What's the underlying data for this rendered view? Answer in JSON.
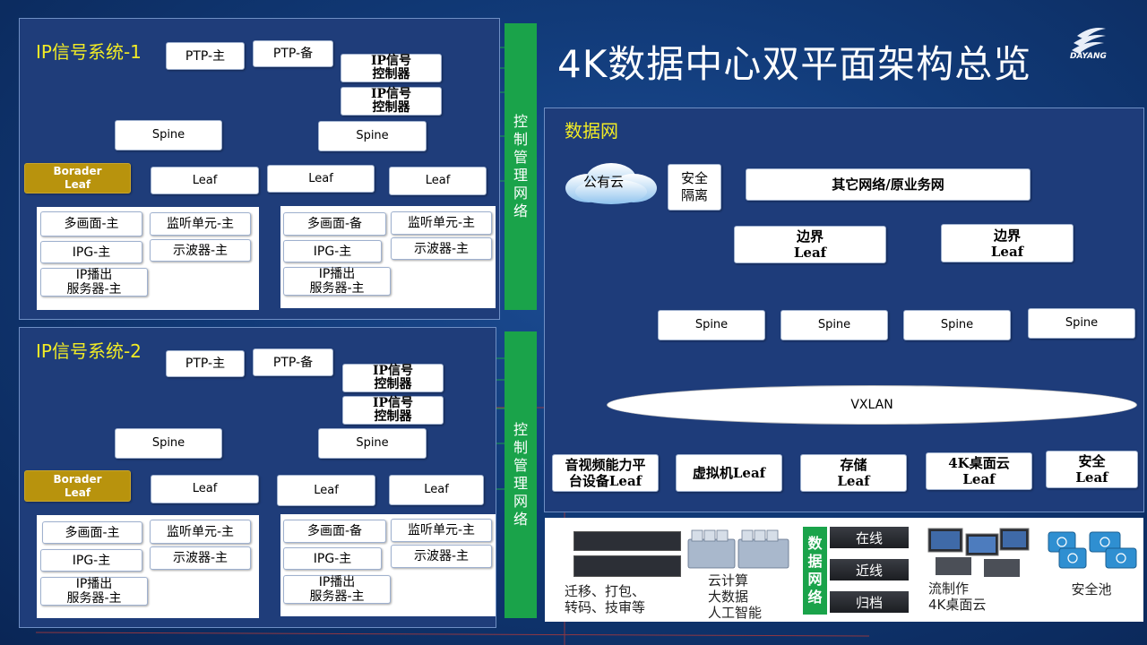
{
  "header": {
    "title": "4K数据中心双平面架构总览",
    "logo_text": "DAYANG"
  },
  "colors": {
    "yellow_title": "#f2ec25",
    "green_bar": "#1aa34a",
    "gold_leaf": "#b8930d",
    "panel": "#1f3d7a"
  },
  "sys1": {
    "title": "IP信号系统-1",
    "ptp_main": "PTP-主",
    "ptp_backup": "PTP-备",
    "ipc1": "IP信号\n控制器",
    "ipc2": "IP信号\n控制器",
    "spine1": "Spine",
    "spine2": "Spine",
    "border_leaf": "Borader\nLeaf",
    "leaf1": "Leaf",
    "leaf2": "Leaf",
    "leaf3": "Leaf",
    "left_group": {
      "mv": "多画面-主",
      "ipg": "IPG-主",
      "playout": "IP播出\n服务器-主",
      "monitor": "监听单元-主",
      "scope": "示波器-主"
    },
    "right_group": {
      "mv": "多画面-备",
      "ipg": "IPG-主",
      "playout": "IP播出\n服务器-主",
      "monitor": "监听单元-主",
      "scope": "示波器-主"
    }
  },
  "sys2": {
    "title": "IP信号系统-2",
    "ptp_main": "PTP-主",
    "ptp_backup": "PTP-备",
    "ipc1": "IP信号\n控制器",
    "ipc2": "IP信号\n控制器",
    "spine1": "Spine",
    "spine2": "Spine",
    "border_leaf": "Borader\nLeaf",
    "leaf1": "Leaf",
    "leaf2": "Leaf",
    "leaf3": "Leaf",
    "left_group": {
      "mv": "多画面-主",
      "ipg": "IPG-主",
      "playout": "IP播出\n服务器-主",
      "monitor": "监听单元-主",
      "scope": "示波器-主"
    },
    "right_group": {
      "mv": "多画面-备",
      "ipg": "IPG-主",
      "playout": "IP播出\n服务器-主",
      "monitor": "监听单元-主",
      "scope": "示波器-主"
    }
  },
  "control_bar": {
    "label1": "控制管理网络",
    "label2": "控制管理网络"
  },
  "datanet": {
    "title": "数据网",
    "cloud": "公有云",
    "security_isolation": "安全\n隔离",
    "other_network": "其它网络/原业务网",
    "edge_leaf1": "边界\nLeaf",
    "edge_leaf2": "边界\nLeaf",
    "spines": [
      "Spine",
      "Spine",
      "Spine",
      "Spine"
    ],
    "vxlan": "VXLAN",
    "leaves": [
      "音视频能力平\n台设备Leaf",
      "虚拟机Leaf",
      "存储\nLeaf",
      "4K桌面云\nLeaf",
      "安全\nLeaf"
    ]
  },
  "bottom": {
    "servers_caption": "迁移、打包、\n转码、技审等",
    "cloud_caption": "云计算\n大数据\n人工智能",
    "data_network_label": "数据网络",
    "storage_tiers": [
      "在线",
      "近线",
      "归档"
    ],
    "desktop_caption": "流制作\n4K桌面云",
    "security_caption": "安全池"
  }
}
